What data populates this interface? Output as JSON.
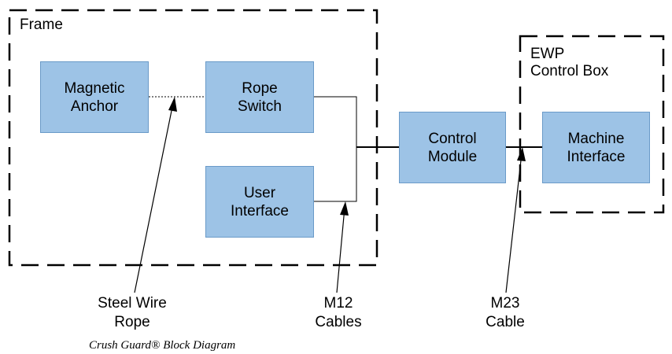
{
  "groups": {
    "frame": {
      "title": "Frame"
    },
    "ewp": {
      "title": "EWP\nControl Box"
    }
  },
  "blocks": {
    "magnetic_anchor": "Magnetic\nAnchor",
    "rope_switch": "Rope\nSwitch",
    "user_interface": "User\nInterface",
    "control_module": "Control\nModule",
    "machine_interface": "Machine\nInterface"
  },
  "labels": {
    "steel_wire_rope": "Steel Wire\nRope",
    "m12_cables": "M12\nCables",
    "m23_cable": "M23\nCable"
  },
  "caption": "Crush Guard® Block Diagram",
  "colors": {
    "block_fill": "#9dc3e6",
    "block_border": "#6a9ac8",
    "line": "#000000"
  }
}
